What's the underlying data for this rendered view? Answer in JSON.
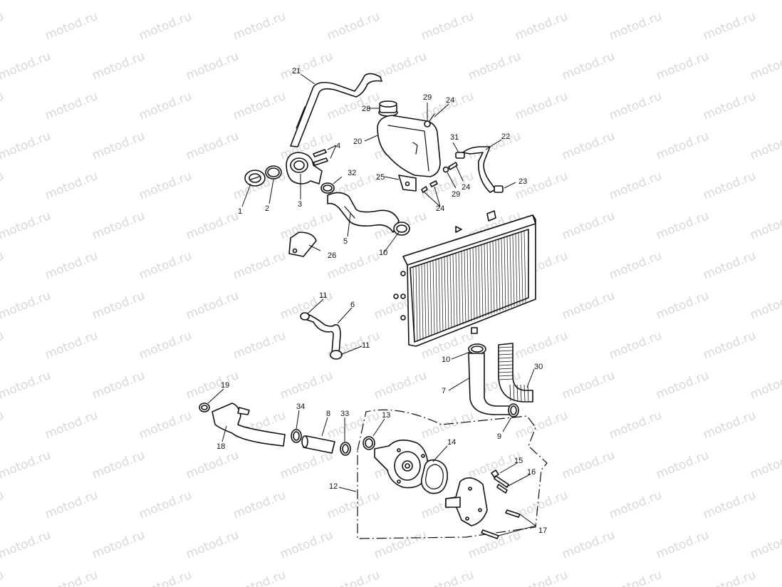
{
  "watermark": {
    "text": "motod.ru",
    "color": "#d8d8d8",
    "angle_deg": -22
  },
  "callouts": [
    {
      "id": "c1",
      "text": "1"
    },
    {
      "id": "c2",
      "text": "2"
    },
    {
      "id": "c3",
      "text": "3"
    },
    {
      "id": "c4",
      "text": "4"
    },
    {
      "id": "c5",
      "text": "5"
    },
    {
      "id": "c6",
      "text": "6"
    },
    {
      "id": "c7",
      "text": "7"
    },
    {
      "id": "c8",
      "text": "8"
    },
    {
      "id": "c9",
      "text": "9"
    },
    {
      "id": "c10a",
      "text": "10"
    },
    {
      "id": "c10b",
      "text": "10"
    },
    {
      "id": "c11a",
      "text": "11"
    },
    {
      "id": "c11b",
      "text": "11"
    },
    {
      "id": "c12",
      "text": "12"
    },
    {
      "id": "c13",
      "text": "13"
    },
    {
      "id": "c14",
      "text": "14"
    },
    {
      "id": "c15",
      "text": "15"
    },
    {
      "id": "c16",
      "text": "16"
    },
    {
      "id": "c17",
      "text": "17"
    },
    {
      "id": "c18",
      "text": "18"
    },
    {
      "id": "c19",
      "text": "19"
    },
    {
      "id": "c20",
      "text": "20"
    },
    {
      "id": "c21",
      "text": "21"
    },
    {
      "id": "c22",
      "text": "22"
    },
    {
      "id": "c23",
      "text": "23"
    },
    {
      "id": "c24a",
      "text": "24"
    },
    {
      "id": "c24b",
      "text": "24"
    },
    {
      "id": "c24c",
      "text": "24"
    },
    {
      "id": "c25",
      "text": "25"
    },
    {
      "id": "c26",
      "text": "26"
    },
    {
      "id": "c28",
      "text": "28"
    },
    {
      "id": "c29a",
      "text": "29"
    },
    {
      "id": "c29b",
      "text": "29"
    },
    {
      "id": "c30",
      "text": "30"
    },
    {
      "id": "c31",
      "text": "31"
    },
    {
      "id": "c32",
      "text": "32"
    },
    {
      "id": "c33",
      "text": "33"
    },
    {
      "id": "c34",
      "text": "34"
    }
  ]
}
